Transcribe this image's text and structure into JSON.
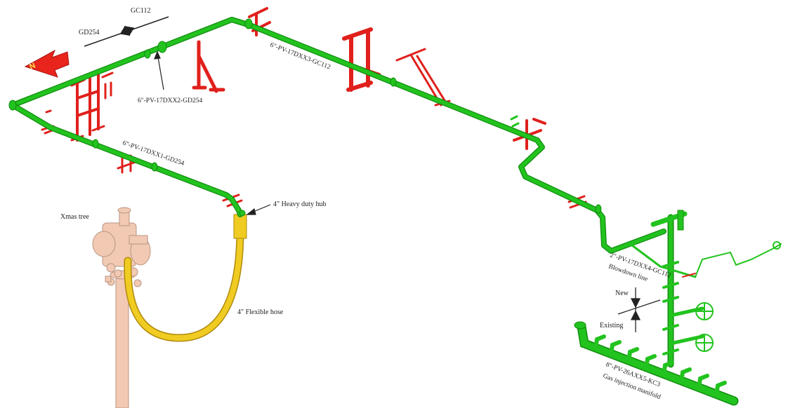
{
  "labels": {
    "gc112_top": "GC112",
    "gd254_top": "GD254",
    "line_gd254_2": "6\"-PV-17DXX2-GD254",
    "line_gc112_3": "6\"-PV-17DXX3-GC112",
    "line_gd254_1": "6\"-PV-17DXX1-GD254",
    "heavy_duty_hub": "4\" Heavy duty hub",
    "xmas_tree": "Xmas tree",
    "flexible_hose": "4\" Flexible hose",
    "line_gc112_4": "2\"-PV-17DXX4-GC112",
    "blowdown_line": "Blowdown line",
    "new": "New",
    "existing": "Existing",
    "manifold_line": "8\"-PV-26AXX5-KC3",
    "gas_injection_manifold": "Gas injection manifold",
    "north": "N"
  },
  "colors": {
    "pipe": "#22c31e",
    "pipe_dark": "#128c10",
    "support": "#e0201c",
    "hose": "#e8c21a",
    "tree": "#f2c9b3",
    "tree_edge": "#b89583",
    "arrow": "#e8241c"
  }
}
